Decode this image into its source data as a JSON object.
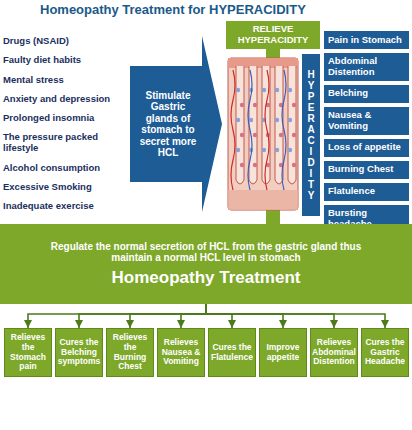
{
  "diagram": {
    "title": "Homeopathy Treatment for HYPERACIDITY",
    "nodes": [
      {
        "text": [
          "Stimulate Gastric glands of stomach to secret more HCL"
        ]
      },
      {
        "text": [
          "RELIEVE HYPERACIDITY"
        ]
      },
      {
        "text": [
          "HYPER ACIDITY"
        ]
      },
      {
        "text": [
          "Pain in Stomach"
        ]
      },
      {
        "text": [
          "Abdominal Distention"
        ]
      },
      {
        "text": [
          "Belching"
        ]
      },
      {
        "text": [
          "Nausea & Vomiting"
        ]
      },
      {
        "text": [
          "Loss of appetite"
        ]
      },
      {
        "text": [
          "Burning Chest"
        ]
      },
      {
        "text": [
          "Flatulence"
        ]
      },
      {
        "text": [
          "Bursting headache"
        ]
      },
      {
        "text": [
          "Regulate the normal secretion of HCL from the gastric gland thus maintain a normal HCL level in stomach",
          "Homeopathy Treatment"
        ]
      },
      {
        "text": [
          "Relieves the Stomach pain"
        ]
      },
      {
        "text": [
          "Cures the Belching symptoms"
        ]
      },
      {
        "text": [
          "Relieves the Burning Chest"
        ]
      },
      {
        "text": [
          "Relieves Nausea & Vomiting"
        ]
      },
      {
        "text": [
          "Cures the Flatulence"
        ]
      },
      {
        "text": [
          "Improve appetite"
        ]
      },
      {
        "text": [
          "Relieves Abdominal Distention"
        ]
      },
      {
        "text": [
          "Cures the Gastric Headache"
        ]
      }
    ],
    "edges": [
      {
        "from": 11,
        "to": 1,
        "arrow": "to"
      },
      {
        "from": 11,
        "to": 12,
        "arrow": "to"
      },
      {
        "from": 11,
        "to": 13,
        "arrow": "to"
      },
      {
        "from": 11,
        "to": 14,
        "arrow": "to"
      },
      {
        "from": 11,
        "to": 15,
        "arrow": "to"
      },
      {
        "from": 11,
        "to": 16,
        "arrow": "to"
      },
      {
        "from": 11,
        "to": 17,
        "arrow": "to"
      },
      {
        "from": 11,
        "to": 18,
        "arrow": "to"
      },
      {
        "from": 11,
        "to": 19,
        "arrow": "to"
      }
    ],
    "labels": [
      "Drugs (NSAID)",
      "Faulty diet habits",
      "Mental stress",
      "Anxiety and depression",
      "Prolonged insomnia",
      "The pressure packed lifestyle",
      "Alcohol consumption",
      "Excessive Smoking",
      "Inadequate exercise"
    ]
  }
}
